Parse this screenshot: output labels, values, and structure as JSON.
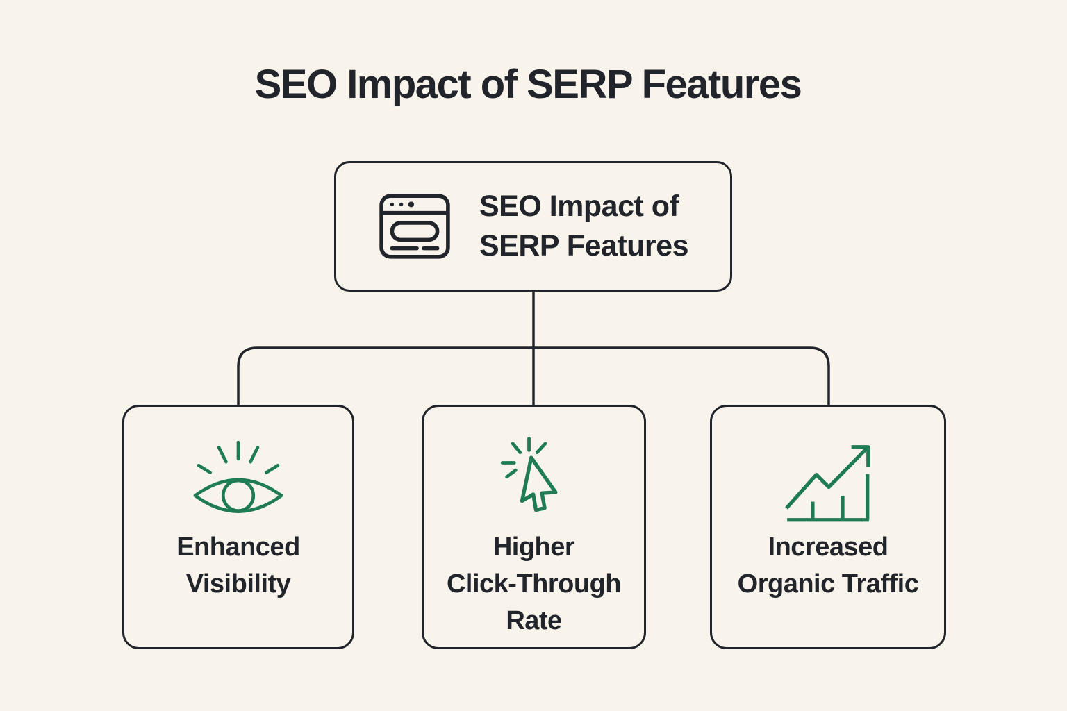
{
  "page": {
    "title": "SEO Impact of SERP Features",
    "colors": {
      "bg": "#f8f4ec",
      "ink": "#21242a",
      "accent": "#1e7b52"
    }
  },
  "root_node": {
    "icon": "browser-window-icon",
    "label_lines": [
      "SEO Impact of",
      "SERP Features"
    ]
  },
  "children": [
    {
      "id": "enhanced-visibility",
      "icon": "eye-icon",
      "label_lines": [
        "Enhanced",
        "Visibility"
      ]
    },
    {
      "id": "higher-click-through-rate",
      "icon": "cursor-click-icon",
      "label_lines": [
        "Higher",
        "Click-Through",
        "Rate"
      ]
    },
    {
      "id": "increased-organic-traffic",
      "icon": "growth-chart-icon",
      "label_lines": [
        "Increased",
        "Organic Traffic"
      ]
    }
  ]
}
